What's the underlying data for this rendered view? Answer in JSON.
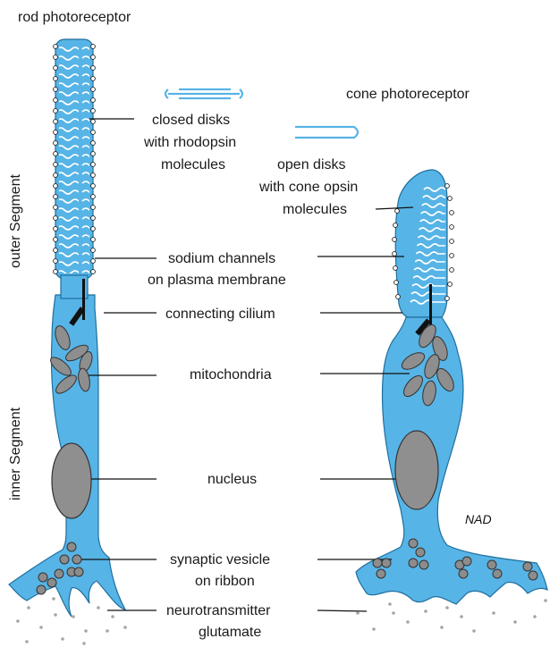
{
  "labels": {
    "rod_title": "rod photoreceptor",
    "cone_title": "cone photoreceptor",
    "outer_segment": "outer Segment",
    "inner_segment": "inner Segment",
    "closed_disks_1": "closed disks",
    "closed_disks_2": "with rhodopsin",
    "closed_disks_3": "molecules",
    "open_disks_1": "open disks",
    "open_disks_2": "with cone opsin",
    "open_disks_3": "molecules",
    "sodium_1": "sodium channels",
    "sodium_2": "on plasma membrane",
    "cilium": "connecting cilium",
    "mitochondria": "mitochondria",
    "nucleus": "nucleus",
    "synaptic_1": "synaptic vesicle",
    "synaptic_2": "on ribbon",
    "neuro_1": "neurotransmitter",
    "neuro_2": "glutamate",
    "signature": "NAD"
  },
  "colors": {
    "cytoplasm": "#57b4e6",
    "membrane": "#1f6f9e",
    "organelle": "#8e8e8e"
  }
}
